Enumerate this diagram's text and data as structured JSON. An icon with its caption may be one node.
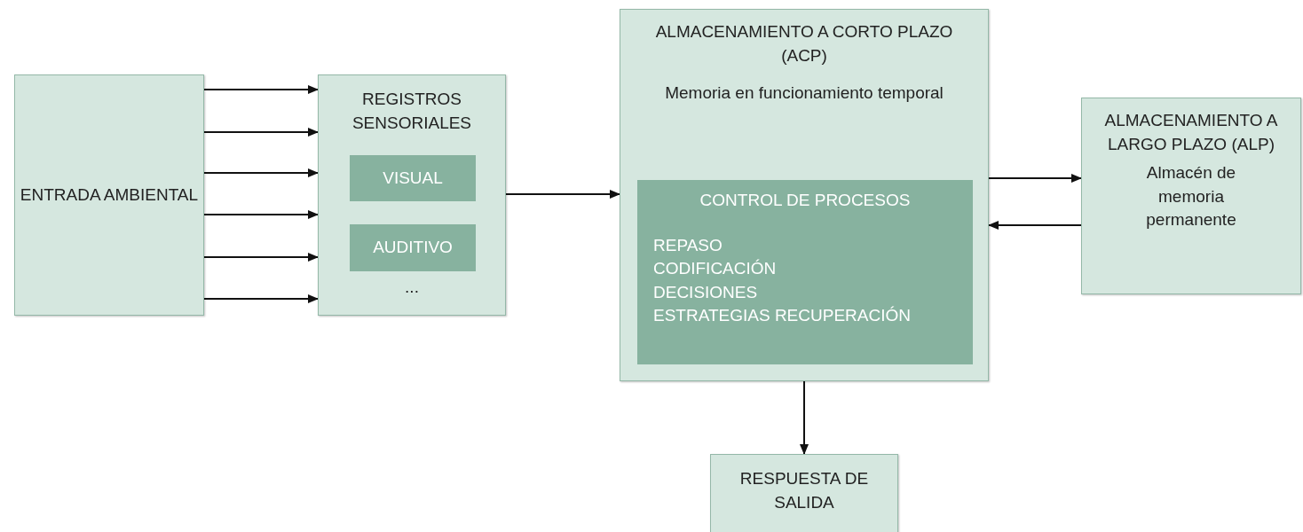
{
  "diagram": {
    "nodes": [
      {
        "text": [
          "ENTRADA AMBIENTAL"
        ]
      },
      {
        "text": [
          "REGISTROS SENSORIALES",
          "..."
        ]
      },
      {
        "text": [
          "VISUAL"
        ],
        "in": 1
      },
      {
        "text": [
          "AUDITIVO"
        ],
        "in": 1
      },
      {
        "text": [
          "ALMACENAMIENTO A CORTO PLAZO (ACP)",
          "Memoria en funcionamiento temporal"
        ]
      },
      {
        "text": [
          "CONTROL DE PROCESOS",
          "REPASO",
          "CODIFICACIÓN",
          "DECISIONES",
          "ESTRATEGIAS RECUPERACIÓN"
        ],
        "in": 4
      },
      {
        "text": [
          "ALMACENAMIENTO A LARGO PLAZO (ALP)",
          "Almacén de memoria permanente"
        ]
      },
      {
        "text": [
          "RESPUESTA DE SALIDA"
        ]
      }
    ],
    "edges": [
      {
        "from": 0,
        "to": 1,
        "arrow": "to"
      },
      {
        "from": 0,
        "to": 1,
        "arrow": "to"
      },
      {
        "from": 0,
        "to": 1,
        "arrow": "to"
      },
      {
        "from": 0,
        "to": 1,
        "arrow": "to"
      },
      {
        "from": 0,
        "to": 1,
        "arrow": "to"
      },
      {
        "from": 0,
        "to": 1,
        "arrow": "to"
      },
      {
        "from": 1,
        "to": 4,
        "arrow": "to"
      },
      {
        "from": 4,
        "to": 6,
        "arrow": "to"
      },
      {
        "from": 6,
        "to": 4,
        "arrow": "to"
      },
      {
        "from": 4,
        "to": 7,
        "arrow": "to"
      }
    ]
  }
}
